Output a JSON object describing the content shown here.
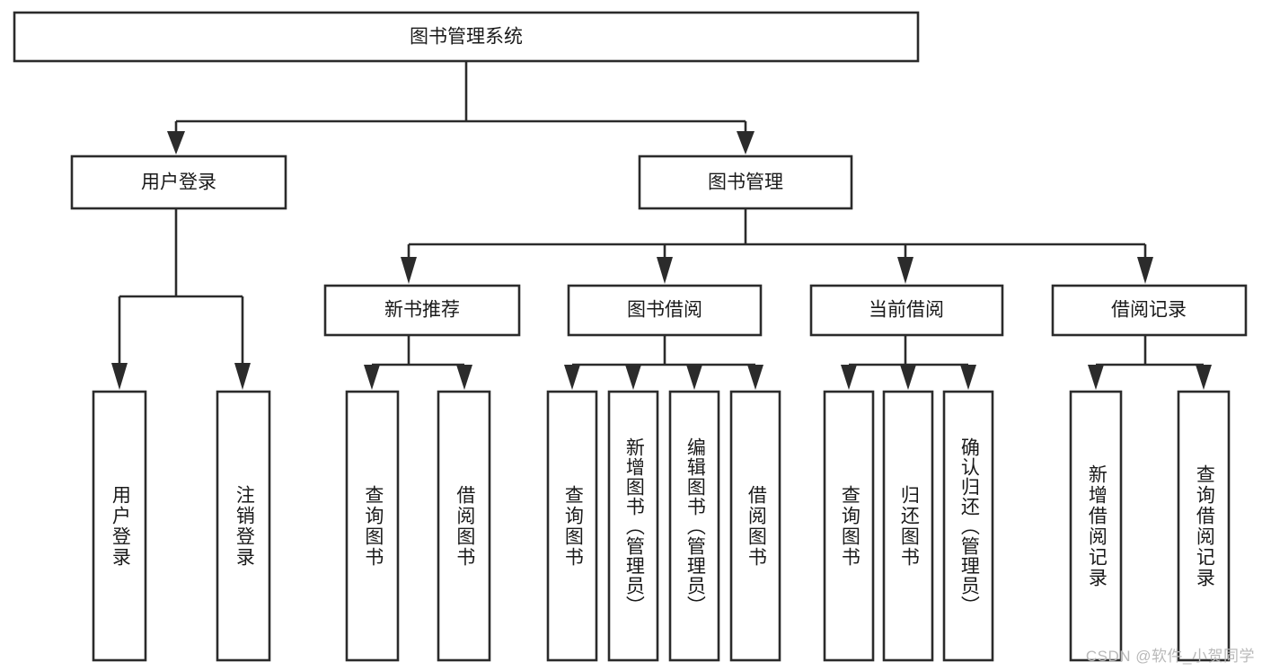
{
  "diagram": {
    "type": "tree-hierarchy-chart",
    "title": "图书管理系统",
    "watermark": "CSDN @软件_小贺同学",
    "colors": {
      "stroke": "#2b2b2b",
      "fill": "#ffffff",
      "text": "#1a1a1a",
      "watermark": "#b9b9b9"
    },
    "nodes": {
      "root": {
        "label": "图书管理系统",
        "level": 0
      },
      "level1": [
        {
          "id": "user-login",
          "label": "用户登录"
        },
        {
          "id": "book-management",
          "label": "图书管理"
        }
      ],
      "level2": [
        {
          "id": "new-book-recommend",
          "label": "新书推荐",
          "parent": "book-management"
        },
        {
          "id": "book-borrow",
          "label": "图书借阅",
          "parent": "book-management"
        },
        {
          "id": "current-borrow",
          "label": "当前借阅",
          "parent": "book-management"
        },
        {
          "id": "borrow-record",
          "label": "借阅记录",
          "parent": "book-management"
        }
      ],
      "leaves": {
        "user-login": [
          {
            "id": "leaf-user-login",
            "label": "用户登录"
          },
          {
            "id": "leaf-user-logout",
            "label": "注销登录"
          }
        ],
        "new-book-recommend": [
          {
            "id": "leaf-query-book-1",
            "label": "查询图书"
          },
          {
            "id": "leaf-borrow-book-1",
            "label": "借阅图书"
          }
        ],
        "book-borrow": [
          {
            "id": "leaf-query-book-2",
            "label": "查询图书"
          },
          {
            "id": "leaf-add-book",
            "label": "新增图书（管理员）"
          },
          {
            "id": "leaf-edit-book",
            "label": "编辑图书（管理员）"
          },
          {
            "id": "leaf-borrow-book-2",
            "label": "借阅图书"
          }
        ],
        "current-borrow": [
          {
            "id": "leaf-query-book-3",
            "label": "查询图书"
          },
          {
            "id": "leaf-return-book",
            "label": "归还图书"
          },
          {
            "id": "leaf-confirm-return",
            "label": "确认归还（管理员）"
          }
        ],
        "borrow-record": [
          {
            "id": "leaf-add-record",
            "label": "新增借阅记录"
          },
          {
            "id": "leaf-query-record",
            "label": "查询借阅记录"
          }
        ]
      }
    }
  }
}
